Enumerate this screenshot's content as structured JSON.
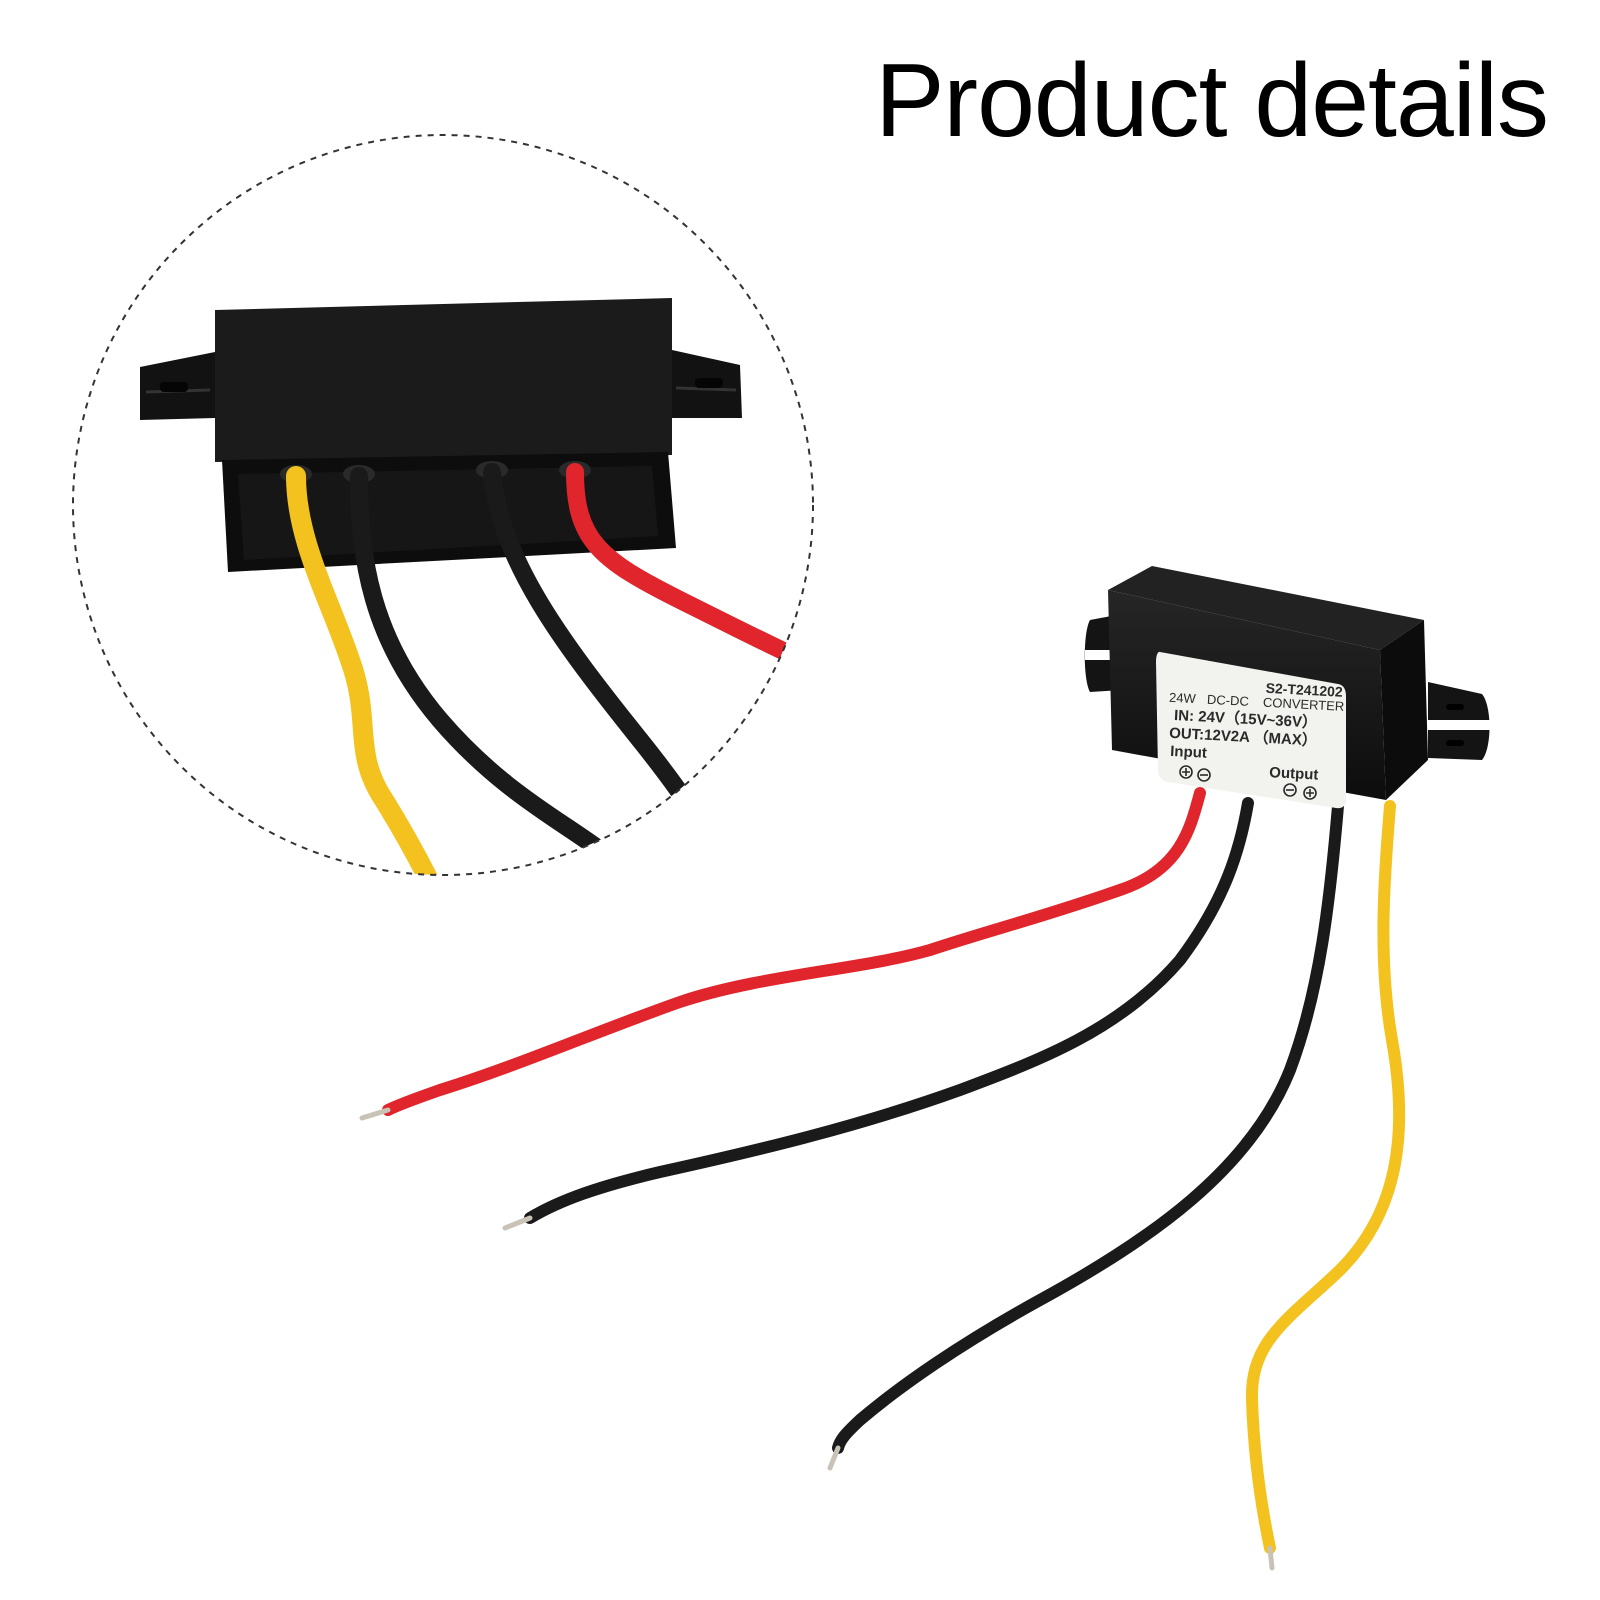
{
  "page": {
    "title": "Product details"
  },
  "product_label": {
    "model": "S2-T241202",
    "line1_power": "24W",
    "line1_type": "DC-DC",
    "line1_kind": "CONVERTER",
    "line2": "IN: 24V（15V~36V）",
    "line3": "OUT:12V2A （MAX）",
    "input_label": "Input",
    "output_label": "Output"
  },
  "colors": {
    "background": "#ffffff",
    "housing": "#141414",
    "label_bg": "#f2f2ee",
    "wire_red": "#e0252c",
    "wire_black": "#1a1a1a",
    "wire_yellow": "#f4c21f",
    "copper_tip": "#c9c2b6"
  },
  "icons": {
    "zoom_circle": "dashed-magnifier-circle",
    "plus": "plus-circle-icon",
    "minus": "minus-circle-icon"
  }
}
